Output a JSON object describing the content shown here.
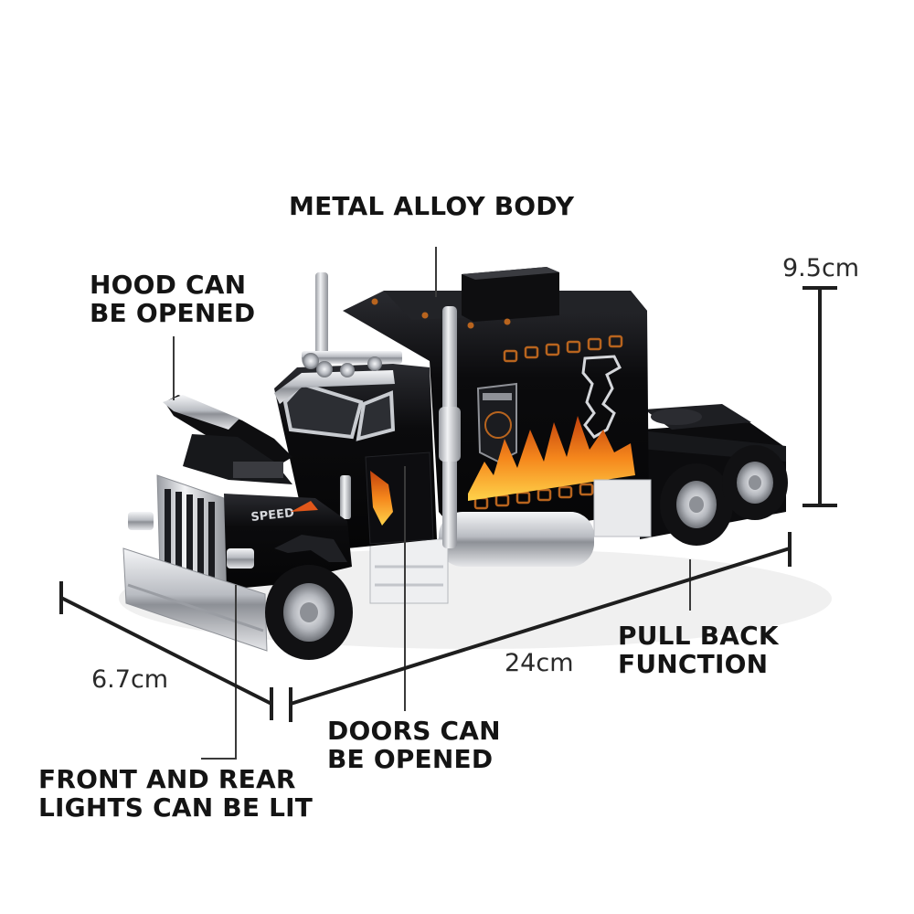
{
  "features": {
    "metal_alloy_body": "METAL ALLOY BODY",
    "hood": {
      "line1": "HOOD CAN",
      "line2": "BE OPENED"
    },
    "pull_back": {
      "line1": "PULL BACK",
      "line2": "FUNCTION"
    },
    "doors": {
      "line1": "DOORS CAN",
      "line2": "BE OPENED"
    },
    "lights": {
      "line1": "FRONT AND REAR",
      "line2": "LIGHTS CAN BE LIT"
    }
  },
  "dimensions": {
    "height": "9.5cm",
    "length": "24cm",
    "width": "6.7cm"
  },
  "truck": {
    "decal_text": "SPEED",
    "body_color": "#0d0d0f",
    "chrome_color": "#c9ccd1",
    "flame_color": "#f08a1c"
  }
}
